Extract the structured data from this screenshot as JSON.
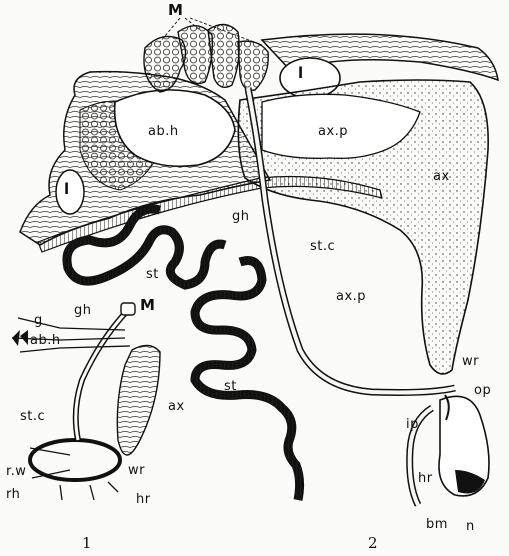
{
  "figure": {
    "labels": {
      "M_top": "M",
      "l_top": "l",
      "abh_top": "ab.h",
      "axp_top": "ax.p",
      "ax_right": "ax",
      "l_left": "l",
      "gh_main": "gh",
      "st_left": "st",
      "stc_main": "st.c",
      "axp_bottom": "ax.p",
      "st_bottom": "st",
      "wr_main": "wr",
      "op": "op",
      "ip": "ip",
      "hr_main": "hr",
      "bm": "bm",
      "n": "n",
      "gh_small": "gh",
      "M_small": "M",
      "g_small": "g",
      "abh_small": "ab.h",
      "stc_small": "st.c",
      "ax_small": "ax",
      "rw": "r.w",
      "wr_small": "wr",
      "rh": "rh",
      "hr_small": "hr"
    },
    "numbers": {
      "fig1": "1",
      "fig2": "2"
    }
  }
}
